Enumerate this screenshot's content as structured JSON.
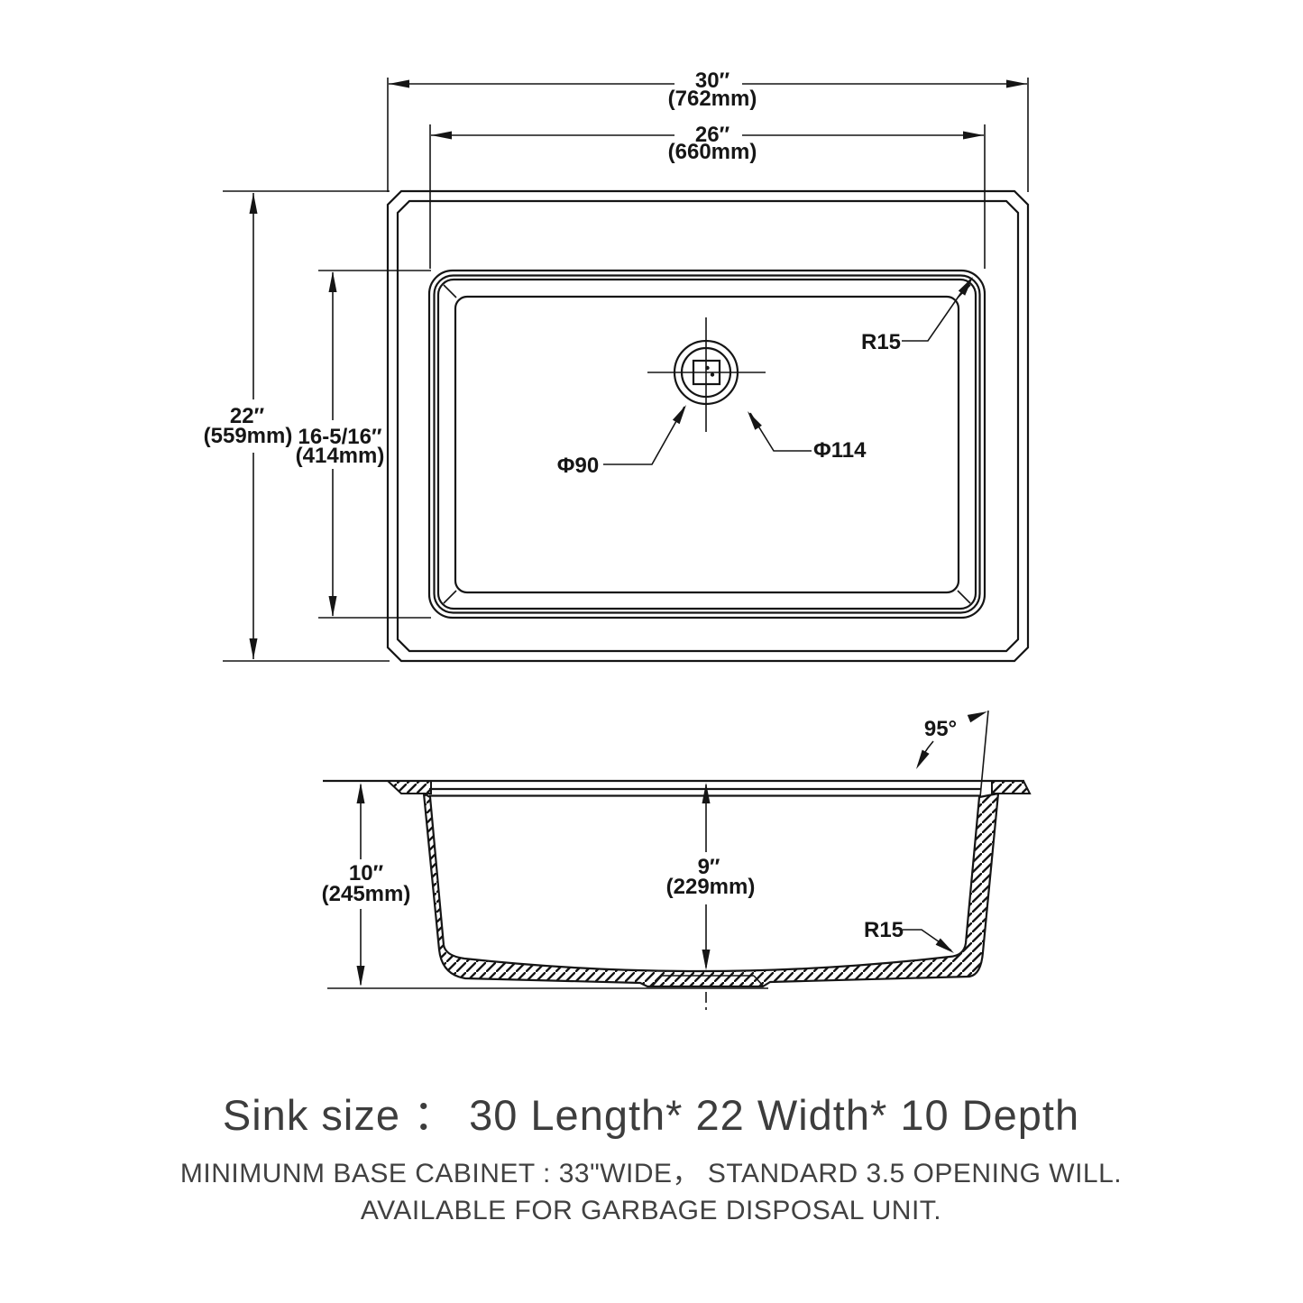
{
  "top_view": {
    "dim_30": {
      "in": "30″",
      "mm": "(762mm)"
    },
    "dim_26": {
      "in": "26″",
      "mm": "(660mm)"
    },
    "dim_22": {
      "in": "22″",
      "mm": "(559mm)"
    },
    "dim_16": {
      "in": "16-5/16″",
      "mm": "(414mm)"
    },
    "radius_label": "R15",
    "drain_inner_label": "Φ90",
    "drain_outer_label": "Φ114"
  },
  "section_view": {
    "dim_10": {
      "in": "10″",
      "mm": "(245mm)"
    },
    "dim_9": {
      "in": "9″",
      "mm": "(229mm)"
    },
    "angle_label": "95°",
    "radius_label": "R15"
  },
  "caption": {
    "title": "Sink size ：  30 Length* 22 Width* 10 Depth",
    "note1": "MINIMUNM BASE CABINET : 33\"WIDE，  STANDARD 3.5 OPENING WILL.",
    "note2": "AVAILABLE FOR GARBAGE DISPOSAL UNIT."
  },
  "colors": {
    "line": "#151515",
    "dim_text": "#161616",
    "caption_text": "#3d3d3d",
    "background": "#ffffff"
  }
}
